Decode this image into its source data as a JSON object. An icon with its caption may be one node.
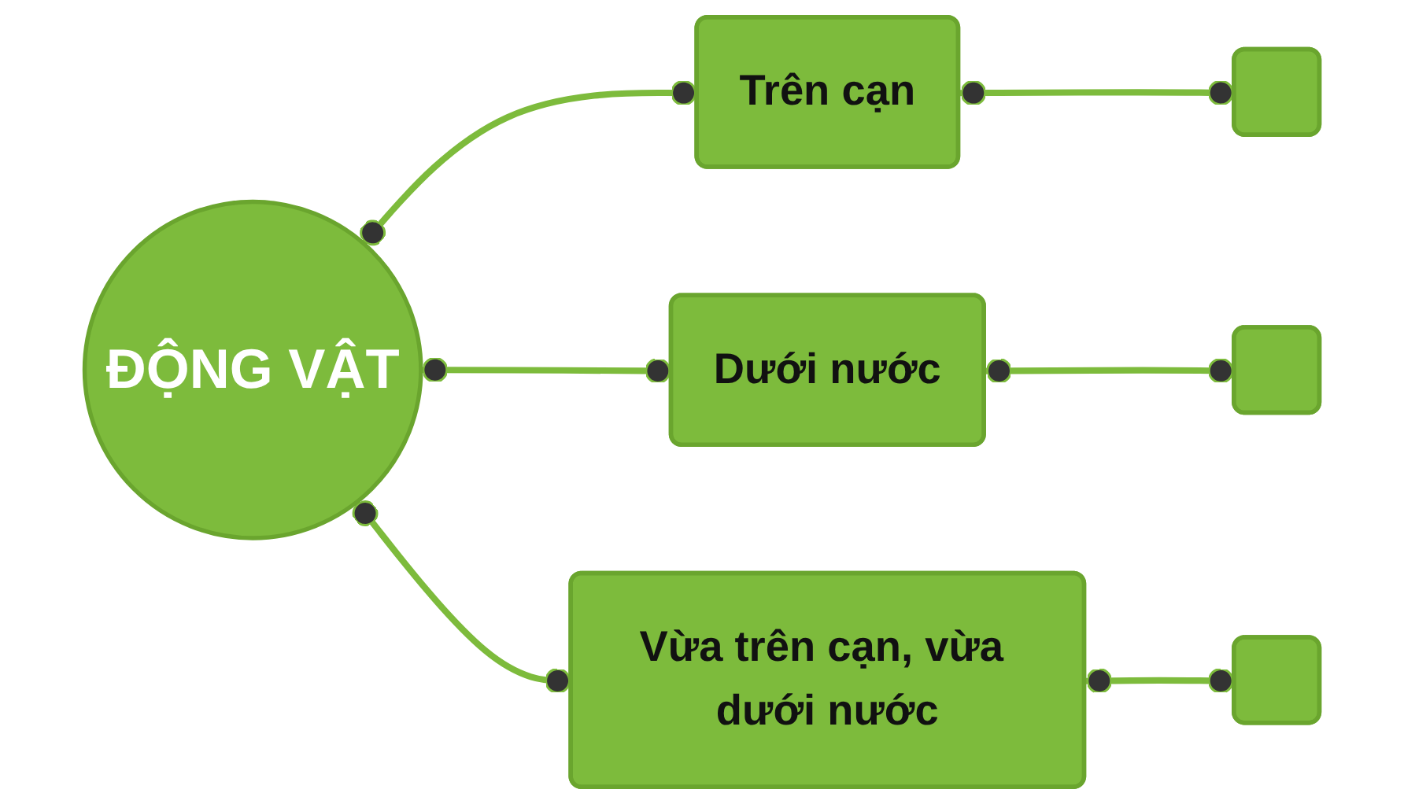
{
  "diagram": {
    "nodes": [
      {
        "text": [
          "ĐỘNG VẬT"
        ]
      },
      {
        "text": [
          "Trên cạn"
        ]
      },
      {
        "text": [
          "Dưới nước"
        ]
      },
      {
        "text": [
          "Vừa trên cạn, vừa dưới nước"
        ]
      },
      {
        "text": [],
        "shape": "box"
      },
      {
        "text": [],
        "shape": "box"
      },
      {
        "text": [],
        "shape": "box"
      }
    ],
    "edges": [
      {
        "from": 0,
        "to": 1,
        "arrow": "other"
      },
      {
        "from": 0,
        "to": 2,
        "arrow": "other"
      },
      {
        "from": 0,
        "to": 3,
        "arrow": "other"
      },
      {
        "from": 1,
        "to": 4,
        "arrow": "other"
      },
      {
        "from": 2,
        "to": 5,
        "arrow": "other"
      },
      {
        "from": 3,
        "to": 6,
        "arrow": "other"
      }
    ]
  }
}
